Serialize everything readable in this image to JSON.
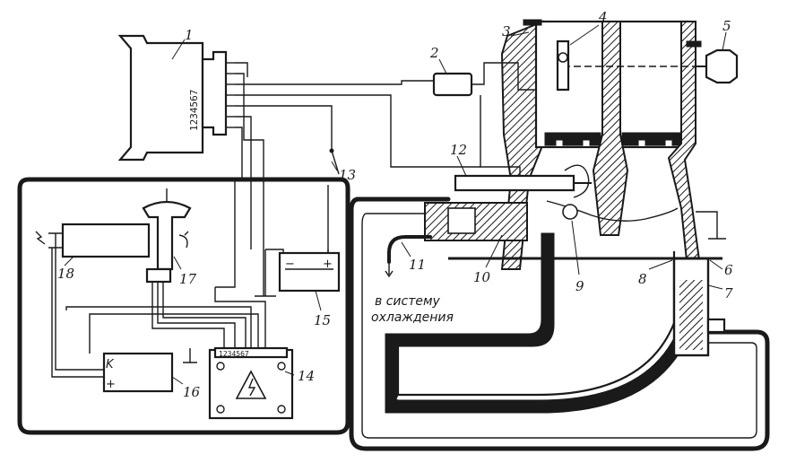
{
  "callouts": {
    "c1": "1",
    "c2": "2",
    "c3": "3",
    "c4": "4",
    "c5": "5",
    "c6": "6",
    "c7": "7",
    "c8": "8",
    "c9": "9",
    "c10": "10",
    "c11": "11",
    "c12": "12",
    "c13": "13",
    "c14": "14",
    "c15": "15",
    "c16": "16",
    "c17": "17",
    "c18": "18"
  },
  "connector_pins": "1234567",
  "block_pins": "1234567",
  "coolant_note": {
    "line1": "в систему",
    "line2": "охлаждения"
  },
  "battery_minus": "−",
  "battery_plus": "+",
  "coil_k": "K",
  "coil_plus": "+"
}
